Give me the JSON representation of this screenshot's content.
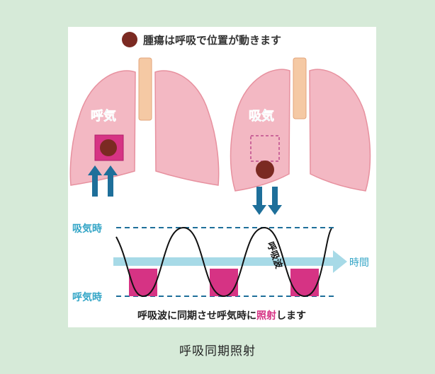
{
  "title_note": "腫瘍は呼吸で位置が動きます",
  "left_label": "呼気",
  "right_label": "吸気",
  "level_top": "吸気時",
  "level_bottom": "呼気時",
  "axis_label": "時間",
  "wave_label": "呼吸波",
  "bottom_text_prefix": "呼吸波に同期させ呼気時に",
  "bottom_text_highlight": "照射",
  "bottom_text_suffix": "します",
  "caption": "呼吸同期照射",
  "colors": {
    "background": "#d6ead8",
    "lung": "#f3b8c3",
    "lung_outline": "#e7919f",
    "trachea": "#f5c9a4",
    "tumor": "#7b2a22",
    "beam": "#d63384",
    "arrow": "#1e6f9a",
    "label": "#35a6c7",
    "time_arrow": "#9dd6e4"
  }
}
